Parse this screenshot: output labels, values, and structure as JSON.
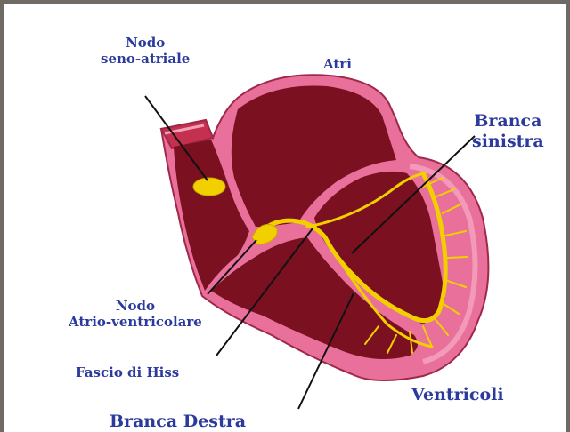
{
  "labels": {
    "nodo_sa_line1": "Nodo",
    "nodo_sa_line2": "seno-atriale",
    "atri": "Atri",
    "branca_sin_line1": "Branca",
    "branca_sin_line2": "sinistra",
    "nodo_av_line1": "Nodo",
    "nodo_av_line2": "Atrio-ventricolare",
    "fascio": "Fascio di Hiss",
    "ventricoli": "Ventricoli",
    "branca_destra": "Branca Destra"
  },
  "colors": {
    "label_text": "#2b3a9c",
    "outer_wall": "#e8709b",
    "chamber": "#7a1020",
    "conduction": "#f2d000",
    "frame_border": "#6f6a63"
  }
}
